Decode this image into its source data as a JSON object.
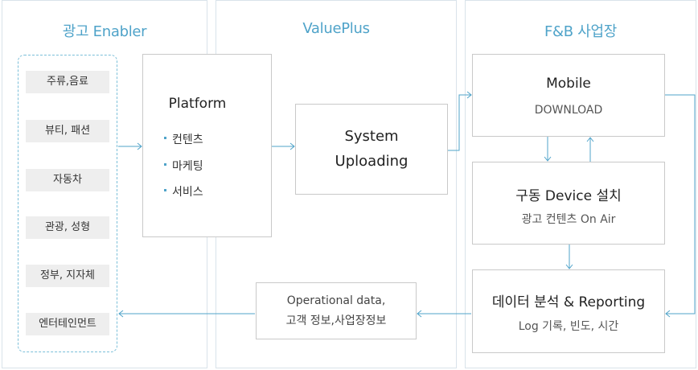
{
  "panels": {
    "left": {
      "title": "광고 Enabler"
    },
    "middle": {
      "title": "ValuePlus"
    },
    "right": {
      "title": "F&B 사업장"
    }
  },
  "categories": [
    "주류,음료",
    "뷰티, 패션",
    "자동차",
    "관광, 성형",
    "정부, 지자체",
    "엔터테인먼트"
  ],
  "platform": {
    "title": "Platform",
    "items": [
      "컨텐츠",
      "마케팅",
      "서비스"
    ]
  },
  "system_uploading": {
    "line1": "System",
    "line2": "Uploading"
  },
  "mobile": {
    "title": "Mobile",
    "sub": "DOWNLOAD"
  },
  "device": {
    "title": "구동 Device 설치",
    "sub": "광고 컨텐츠 On Air"
  },
  "analysis": {
    "title": "데이터 분석 & Reporting",
    "sub": "Log 기록, 빈도, 시간"
  },
  "operational": {
    "line1": "Operational data,",
    "line2": "고객 정보,사업장정보"
  },
  "colors": {
    "accent": "#4fa3c9",
    "arrow": "#4fa3c9",
    "border": "#c9c9c9"
  }
}
